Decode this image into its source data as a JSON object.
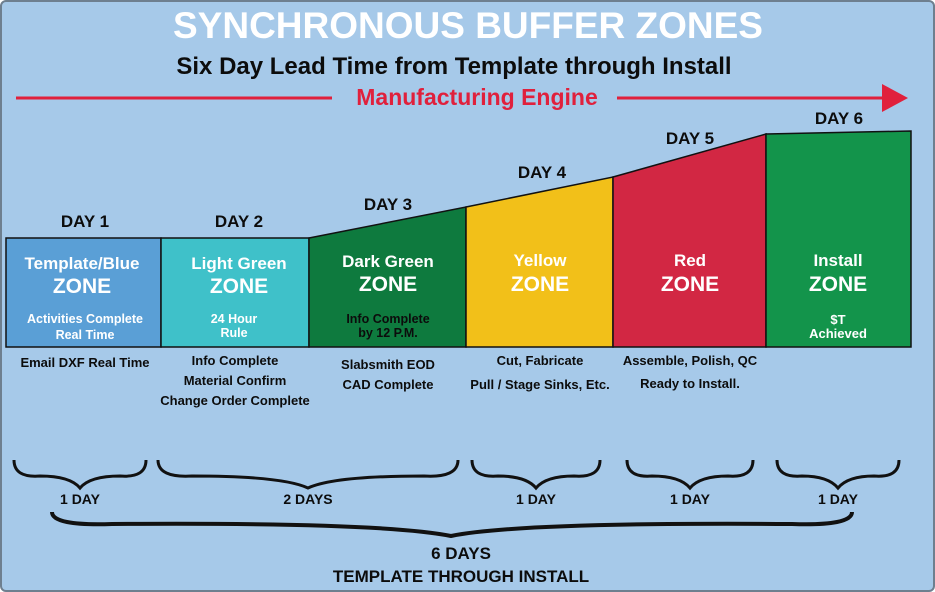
{
  "title": "SYNCHRONOUS BUFFER ZONES",
  "subtitle": "Six Day Lead Time from Template through Install",
  "engine_label": "Manufacturing Engine",
  "zones": [
    {
      "day": "DAY 1",
      "name": "Template/Blue",
      "zone": "ZONE",
      "inner": [
        "Activities Complete",
        "Real Time"
      ],
      "below": [
        "Email DXF Real Time"
      ],
      "color": "#5a9fd6"
    },
    {
      "day": "DAY 2",
      "name": "Light Green",
      "zone": "ZONE",
      "inner": [
        "24 Hour",
        "Rule"
      ],
      "below": [
        "Info Complete",
        "Material Confirm",
        "Change Order Complete"
      ],
      "color": "#3fc1c9"
    },
    {
      "day": "DAY 3",
      "name": "Dark Green",
      "zone": "ZONE",
      "inner": [
        "Info Complete",
        "by 12 P.M."
      ],
      "below": [
        "Slabsmith EOD",
        "CAD Complete"
      ],
      "color": "#0e7a3e"
    },
    {
      "day": "DAY 4",
      "name": "Yellow",
      "zone": "ZONE",
      "inner": [],
      "below": [
        "Cut, Fabricate",
        "Pull / Stage Sinks, Etc."
      ],
      "color": "#f2c019"
    },
    {
      "day": "DAY 5",
      "name": "Red",
      "zone": "ZONE",
      "inner": [],
      "below": [
        "Assemble, Polish, QC",
        "Ready to Install."
      ],
      "color": "#d22743"
    },
    {
      "day": "DAY 6",
      "name": "Install",
      "zone": "ZONE",
      "inner": [
        "$T",
        "Achieved"
      ],
      "below": [],
      "color": "#13944b"
    }
  ],
  "durations": [
    "1 DAY",
    "2 DAYS",
    "1 DAY",
    "1 DAY",
    "1 DAY"
  ],
  "total": {
    "line1": "6 DAYS",
    "line2": "TEMPLATE THROUGH INSTALL"
  },
  "colors": {
    "background": "#a6c9e9",
    "accent_red": "#e0203c",
    "text_dark": "#0c0c0c",
    "outline": "#111111"
  }
}
